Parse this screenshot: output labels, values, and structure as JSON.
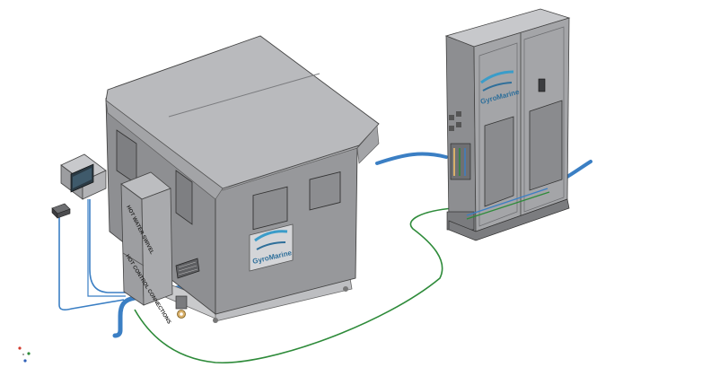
{
  "diagram": {
    "brand": {
      "name": "GyroMarine",
      "color": "#2f6f9a",
      "swoosh_color": "#3a9cc9"
    },
    "labels": {
      "hot_water_swivel": "HOT WATER SWIVEL",
      "hot_control_connections": "HOT CONTROL CONNECTIONS"
    },
    "colors": {
      "hydraulic_pipe": "#3b7fc4",
      "signal_cable": "#2e8b3a",
      "housing": "#8e8f92",
      "housing_dark": "#6d6e71",
      "roof": "#b9babd",
      "cabinet": "#9b9c9f"
    }
  }
}
